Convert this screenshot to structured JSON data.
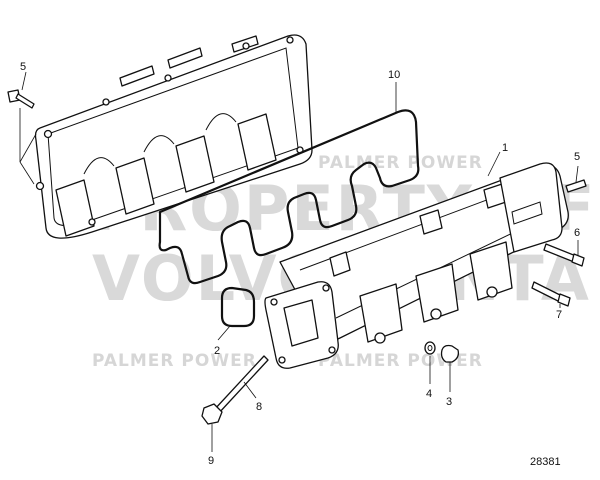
{
  "watermark": {
    "line1": "PROPERTY OF",
    "line2": "VOLVO PENTA",
    "brand_a": "PALMER POWER",
    "brand_b": "PALMER POWER",
    "brand_c": "PALMER POWER"
  },
  "figure_id": "28381",
  "callouts": [
    {
      "id": "1",
      "label": "1"
    },
    {
      "id": "2",
      "label": "2"
    },
    {
      "id": "3",
      "label": "3"
    },
    {
      "id": "4",
      "label": "4"
    },
    {
      "id": "5a",
      "label": "5"
    },
    {
      "id": "5b",
      "label": "5"
    },
    {
      "id": "6",
      "label": "6"
    },
    {
      "id": "7",
      "label": "7"
    },
    {
      "id": "8",
      "label": "8"
    },
    {
      "id": "9",
      "label": "9"
    },
    {
      "id": "10",
      "label": "10"
    }
  ]
}
